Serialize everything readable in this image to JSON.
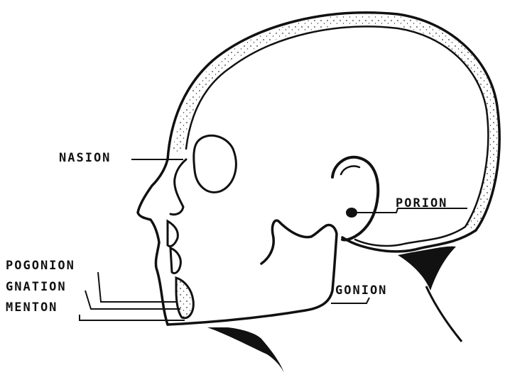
{
  "diagram": {
    "labels": {
      "nasion": "NASION",
      "porion": "PORION",
      "pogonion": "POGONION",
      "gnation": "GNATION",
      "menton": "MENTON",
      "gonion": "GONION"
    },
    "colors": {
      "ink": "#111111",
      "background": "#ffffff"
    }
  }
}
